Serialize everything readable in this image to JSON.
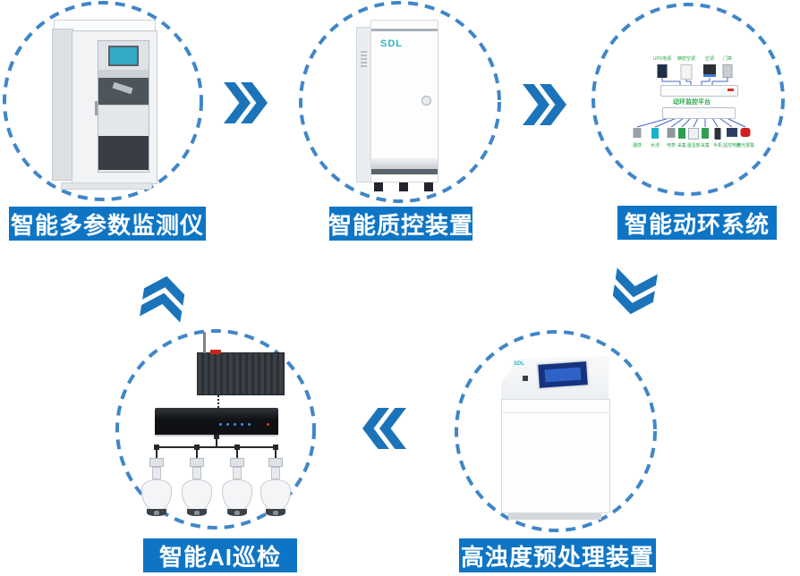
{
  "colors": {
    "label_bg": "#0e75c5",
    "arrow_blue": "#1b74ba",
    "ring_blue": "#3f86c8",
    "green_text": "#2aa84b",
    "teal_logo": "#2fb5c4"
  },
  "nodes": {
    "monitor": {
      "label": "智能多参数监测仪"
    },
    "qc": {
      "label": "智能质控装置",
      "logo": "SDL"
    },
    "env": {
      "label": "智能动环系统"
    },
    "pretreat": {
      "label": "高浊度预处理装置",
      "logo": "SDL"
    },
    "ai": {
      "label": "智能AI巡检"
    }
  },
  "env_diagram": {
    "hub_label": "动环监控平台",
    "top_devices": [
      {
        "name": "UPS电源"
      },
      {
        "name": "精密空调"
      },
      {
        "name": "空调"
      },
      {
        "name": "门禁"
      }
    ],
    "bottom_devices": [
      {
        "name": "烟感"
      },
      {
        "name": "水浸"
      },
      {
        "name": "电表"
      },
      {
        "name": "采集"
      },
      {
        "name": "温湿度"
      },
      {
        "name": "采集"
      },
      {
        "name": "手机"
      },
      {
        "name": "监控电脑"
      },
      {
        "name": "声光报警"
      }
    ]
  }
}
